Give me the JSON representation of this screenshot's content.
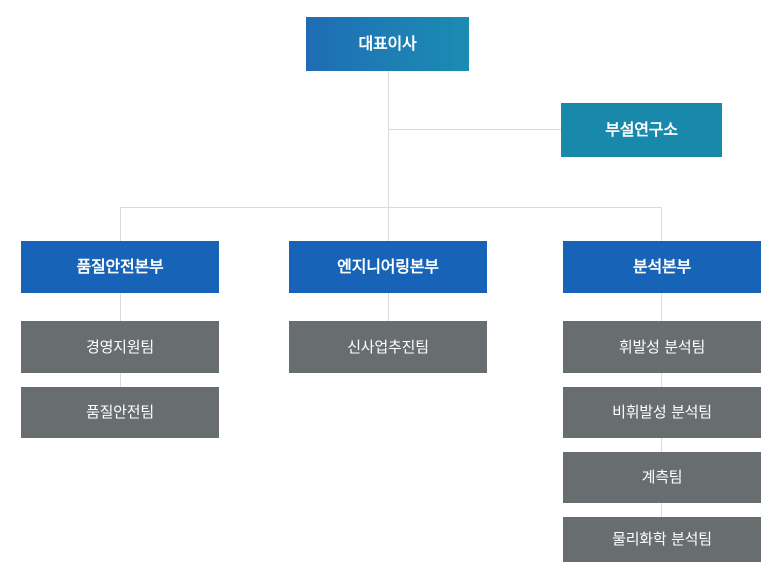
{
  "chart": {
    "type": "organization-chart",
    "title_text": "",
    "colors": {
      "ceo_gradient_start": "#1f6cb4",
      "ceo_gradient_end": "#1c8cb2",
      "research_lab": "#1889ab",
      "division": "#1663b7",
      "team": "#686d70",
      "connector_line": "#dadcdc",
      "label_text": "#ffffff",
      "background": "#ffffff"
    },
    "root": {
      "label": "대표이사",
      "role": "ceo"
    },
    "staff": [
      {
        "label": "부설연구소",
        "role": "affiliated-research-institute"
      }
    ],
    "divisions": [
      {
        "label": "품질안전본부",
        "teams": [
          {
            "label": "경영지원팀"
          },
          {
            "label": "품질안전팀"
          }
        ]
      },
      {
        "label": "엔지니어링본부",
        "teams": [
          {
            "label": "신사업추진팀"
          }
        ]
      },
      {
        "label": "분석본부",
        "teams": [
          {
            "label": "휘발성 분석팀"
          },
          {
            "label": "비휘발성 분석팀"
          },
          {
            "label": "계측팀"
          },
          {
            "label": "물리화학 분석팀"
          }
        ]
      }
    ]
  }
}
